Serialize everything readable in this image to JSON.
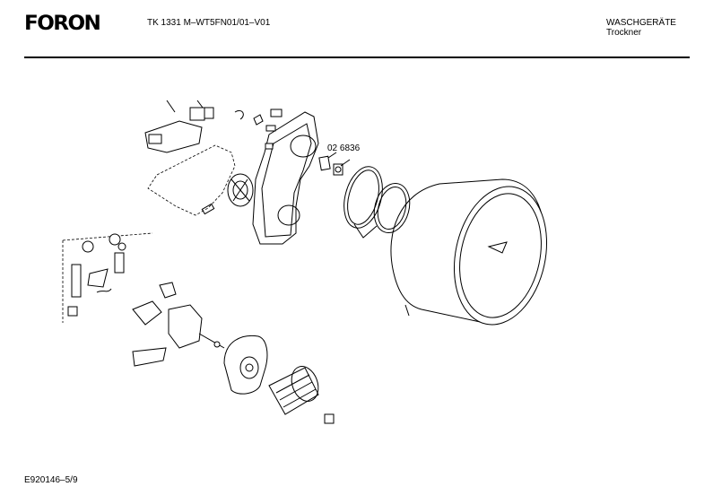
{
  "header": {
    "brand": "FORON",
    "document_number": "TK 1331 M–WT5FN01/01–V01",
    "category": "WASCHGERÄTE",
    "subcategory": "Trockner"
  },
  "diagram": {
    "part_label": "02 6836"
  },
  "footer": {
    "page_ref": "E920146–5/9"
  }
}
